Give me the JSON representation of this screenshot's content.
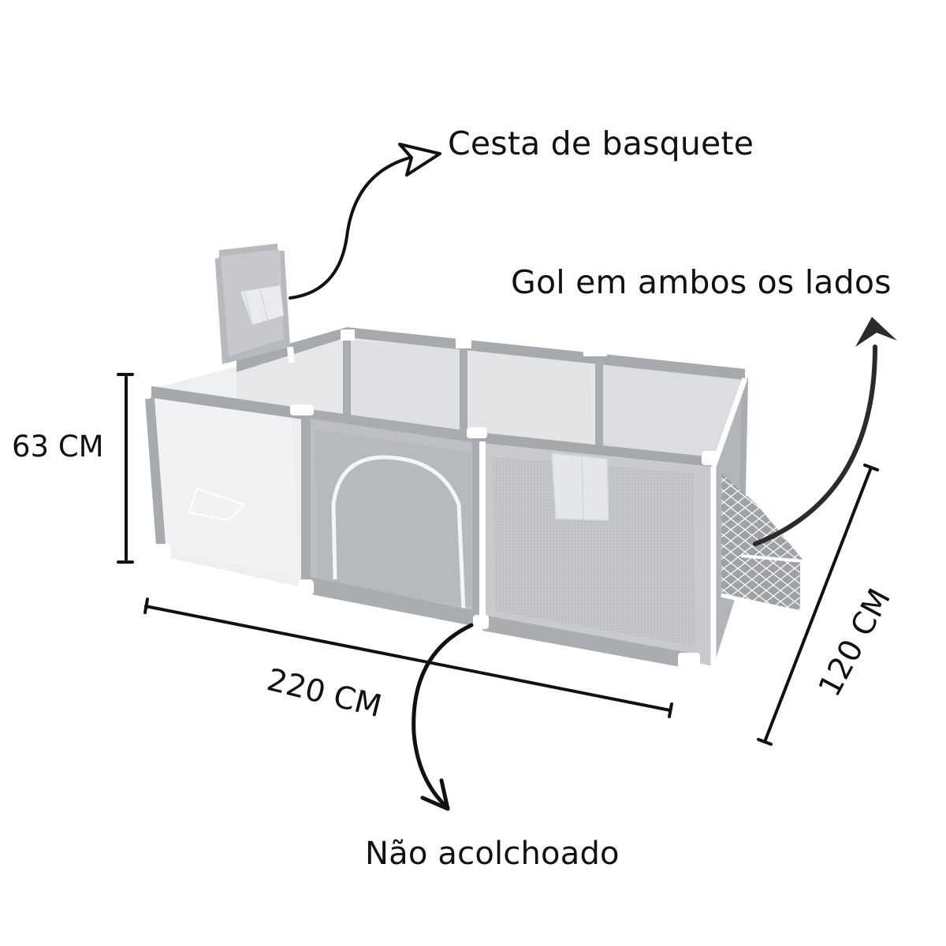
{
  "annotations": {
    "basketball_hoop": "Cesta de basquete",
    "goal_both_sides": "Gol em ambos os lados",
    "not_padded": "Não acolchoado"
  },
  "dimensions": {
    "height": "63 CM",
    "width": "220 CM",
    "depth": "120 CM"
  },
  "product": {
    "name": "playpen",
    "features": [
      "basketball-hoop",
      "soccer-goal",
      "zipper-door",
      "mesh-panels"
    ]
  },
  "colors": {
    "fabric": "#b9bcc0",
    "fabric_dark": "#9fa3a8",
    "mesh": "#e8e9eb",
    "frame": "#ffffff",
    "trim": "#c9dbe6",
    "ink": "#111111"
  }
}
